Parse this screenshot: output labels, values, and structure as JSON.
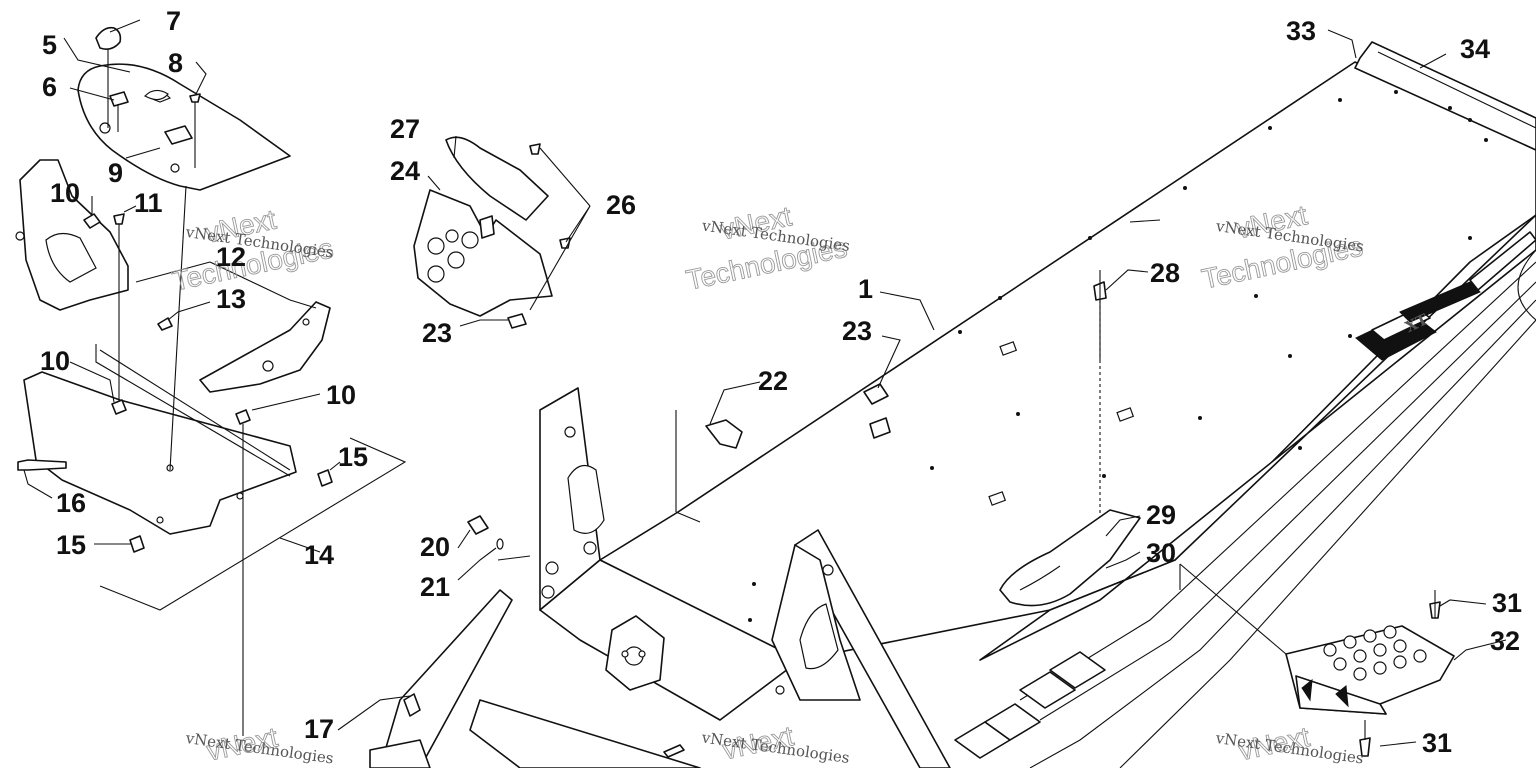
{
  "diagram": {
    "callouts": [
      {
        "id": "c1",
        "label": "1"
      },
      {
        "id": "c5",
        "label": "5"
      },
      {
        "id": "c6",
        "label": "6"
      },
      {
        "id": "c7",
        "label": "7"
      },
      {
        "id": "c8",
        "label": "8"
      },
      {
        "id": "c9",
        "label": "9"
      },
      {
        "id": "c10a",
        "label": "10"
      },
      {
        "id": "c10b",
        "label": "10"
      },
      {
        "id": "c10c",
        "label": "10"
      },
      {
        "id": "c11",
        "label": "11"
      },
      {
        "id": "c12",
        "label": "12"
      },
      {
        "id": "c13",
        "label": "13"
      },
      {
        "id": "c14",
        "label": "14"
      },
      {
        "id": "c15a",
        "label": "15"
      },
      {
        "id": "c15b",
        "label": "15"
      },
      {
        "id": "c16",
        "label": "16"
      },
      {
        "id": "c17",
        "label": "17"
      },
      {
        "id": "c20",
        "label": "20"
      },
      {
        "id": "c21",
        "label": "21"
      },
      {
        "id": "c22",
        "label": "22"
      },
      {
        "id": "c23a",
        "label": "23"
      },
      {
        "id": "c23b",
        "label": "23"
      },
      {
        "id": "c24",
        "label": "24"
      },
      {
        "id": "c26",
        "label": "26"
      },
      {
        "id": "c27",
        "label": "27"
      },
      {
        "id": "c28",
        "label": "28"
      },
      {
        "id": "c29",
        "label": "29"
      },
      {
        "id": "c30",
        "label": "30"
      },
      {
        "id": "c31a",
        "label": "31"
      },
      {
        "id": "c31b",
        "label": "31"
      },
      {
        "id": "c32",
        "label": "32"
      },
      {
        "id": "c33",
        "label": "33"
      },
      {
        "id": "c34",
        "label": "34"
      }
    ],
    "watermark": {
      "line1": "vNext",
      "line2": "Technologies",
      "caption": "vNext Technologies"
    },
    "decal_text": "XT"
  }
}
